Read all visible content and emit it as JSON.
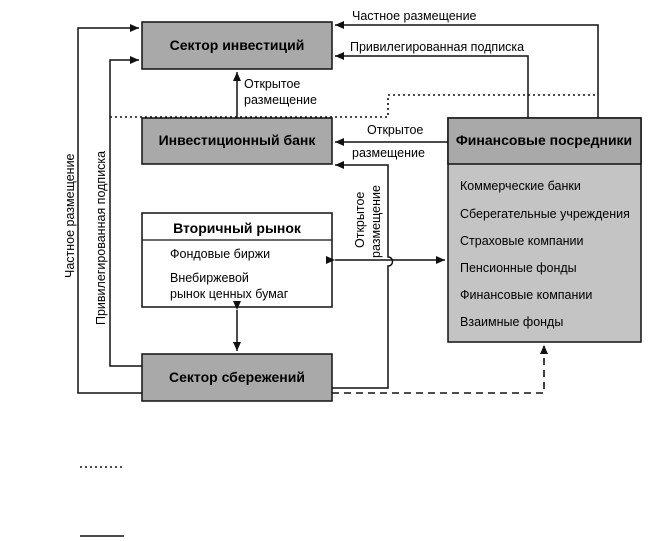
{
  "nodes": {
    "investment_sector": "Сектор инвестиций",
    "investment_bank": "Инвестиционный банк",
    "secondary_market": {
      "title": "Вторичный рынок",
      "items": [
        "Фондовые биржи",
        "Внебиржевой",
        "рынок ценных бумаг"
      ]
    },
    "savings_sector": "Сектор сбережений",
    "financial_intermediaries": {
      "title": "Финансовые посредники",
      "items": [
        "Коммерческие банки",
        "Сберегательные учреждения",
        "Страховые компании",
        "Пенсионные фонды",
        "Финансовые компании",
        "Взаимные фонды"
      ]
    }
  },
  "edge_labels": {
    "private_placement_top": "Частное размещение",
    "privileged_subscription_top": "Привилегированная подписка",
    "public_offering_1": "Открытое",
    "public_offering_2": "размещение",
    "public_offering_mid_1": "Открытое",
    "public_offering_mid_2": "размещение",
    "public_offering_vert_1": "Открытое",
    "public_offering_vert_2": "размещение",
    "private_placement_left": "Частное размещение",
    "privileged_subscription_left": "Привилегированная подписка"
  },
  "colors": {
    "box_fill": "#a9a9a9",
    "line": "#111111"
  }
}
